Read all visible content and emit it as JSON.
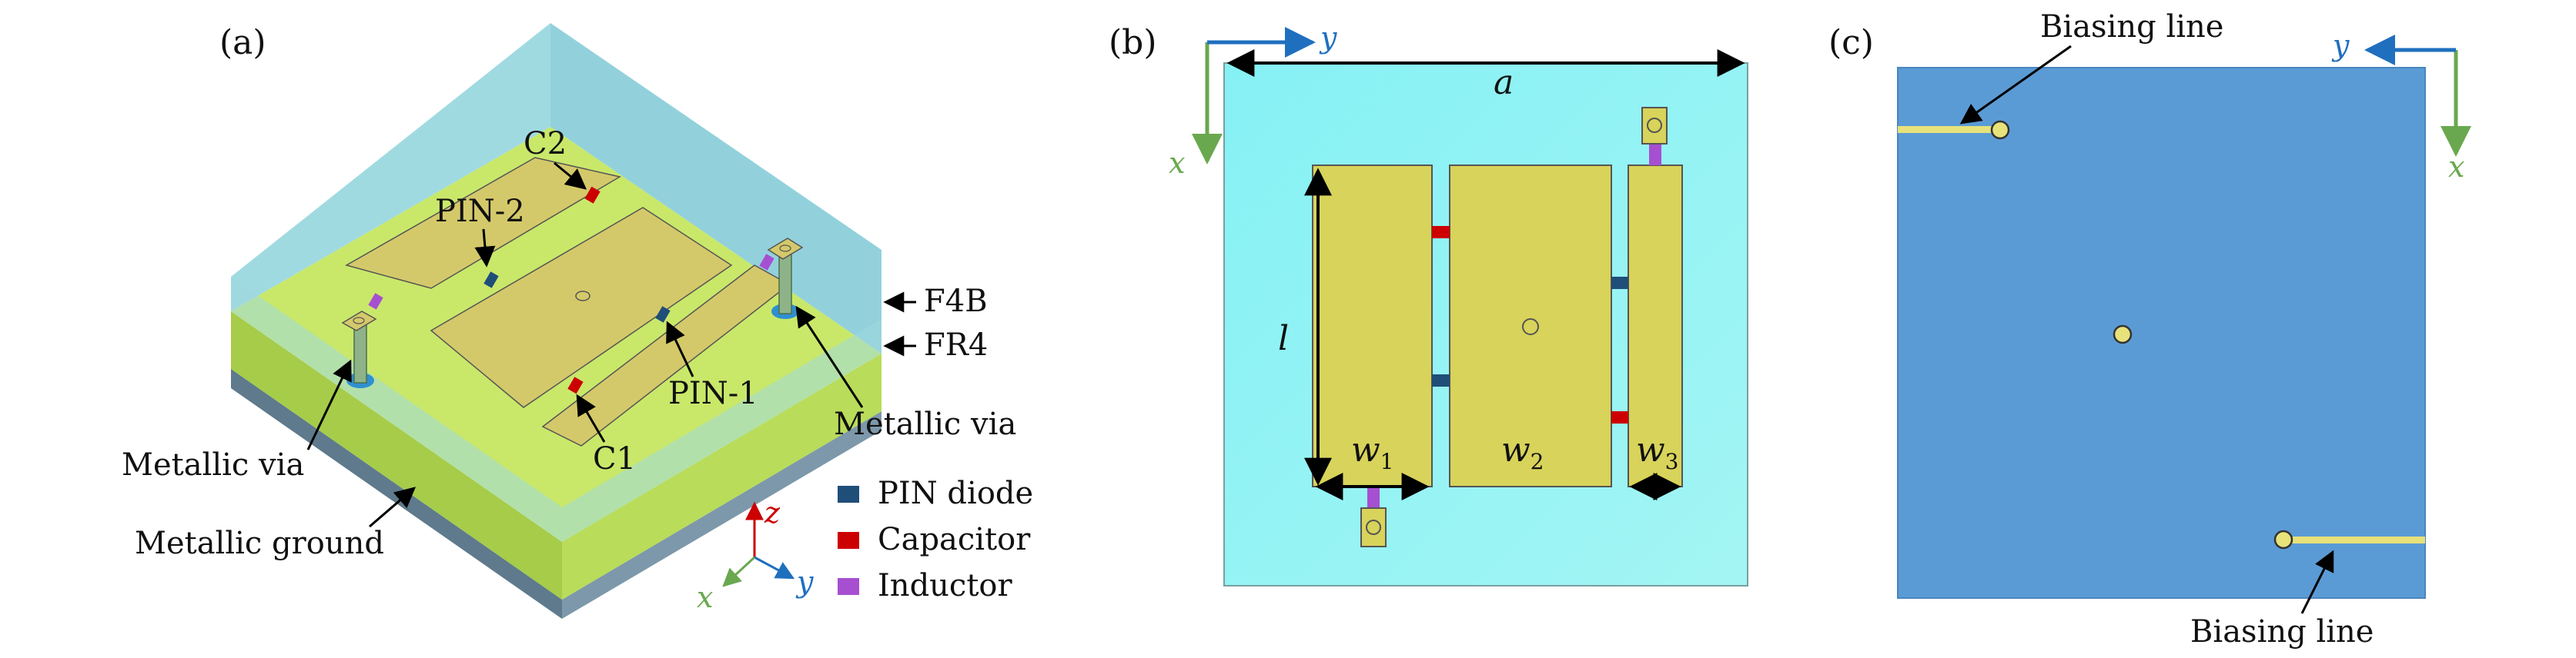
{
  "panels": {
    "a": "(a)",
    "b": "(b)",
    "c": "(c)"
  },
  "panel_a": {
    "labels": {
      "c2": "C2",
      "pin2": "PIN-2",
      "pin1": "PIN-1",
      "c1": "C1",
      "f4b": "F4B",
      "fr4": "FR4",
      "via_left": "Metallic via",
      "via_right": "Metallic via",
      "ground": "Metallic ground"
    },
    "legend": [
      {
        "label": "PIN diode",
        "color": "#1f4e79"
      },
      {
        "label": "Capacitor",
        "color": "#cc0000"
      },
      {
        "label": "Inductor",
        "color": "#a64fd1"
      }
    ],
    "axes": {
      "z": "z",
      "x": "x",
      "y": "y"
    }
  },
  "panel_b": {
    "axes": {
      "x": "x",
      "y": "y"
    },
    "dims": {
      "a": "a",
      "l": "l",
      "w": "w",
      "w1_sub": "1",
      "w2_sub": "2",
      "w3_sub": "3"
    }
  },
  "panel_c": {
    "axes": {
      "x": "x",
      "y": "y"
    },
    "labels": {
      "bias_top": "Biasing line",
      "bias_bottom": "Biasing line"
    }
  },
  "colors": {
    "superstrate": "#8fd3dc",
    "substrate": "#c6e86a",
    "patch": "#d4cf5c",
    "pin_diode": "#1f4e79",
    "capacitor": "#cc0000",
    "inductor": "#a64fd1",
    "ground_plane": "#5b9bd5",
    "board_b": "#8ef4f6",
    "axis_x": "#6aa84f",
    "axis_y": "#1f6fbf",
    "axis_z": "#cc0000"
  }
}
